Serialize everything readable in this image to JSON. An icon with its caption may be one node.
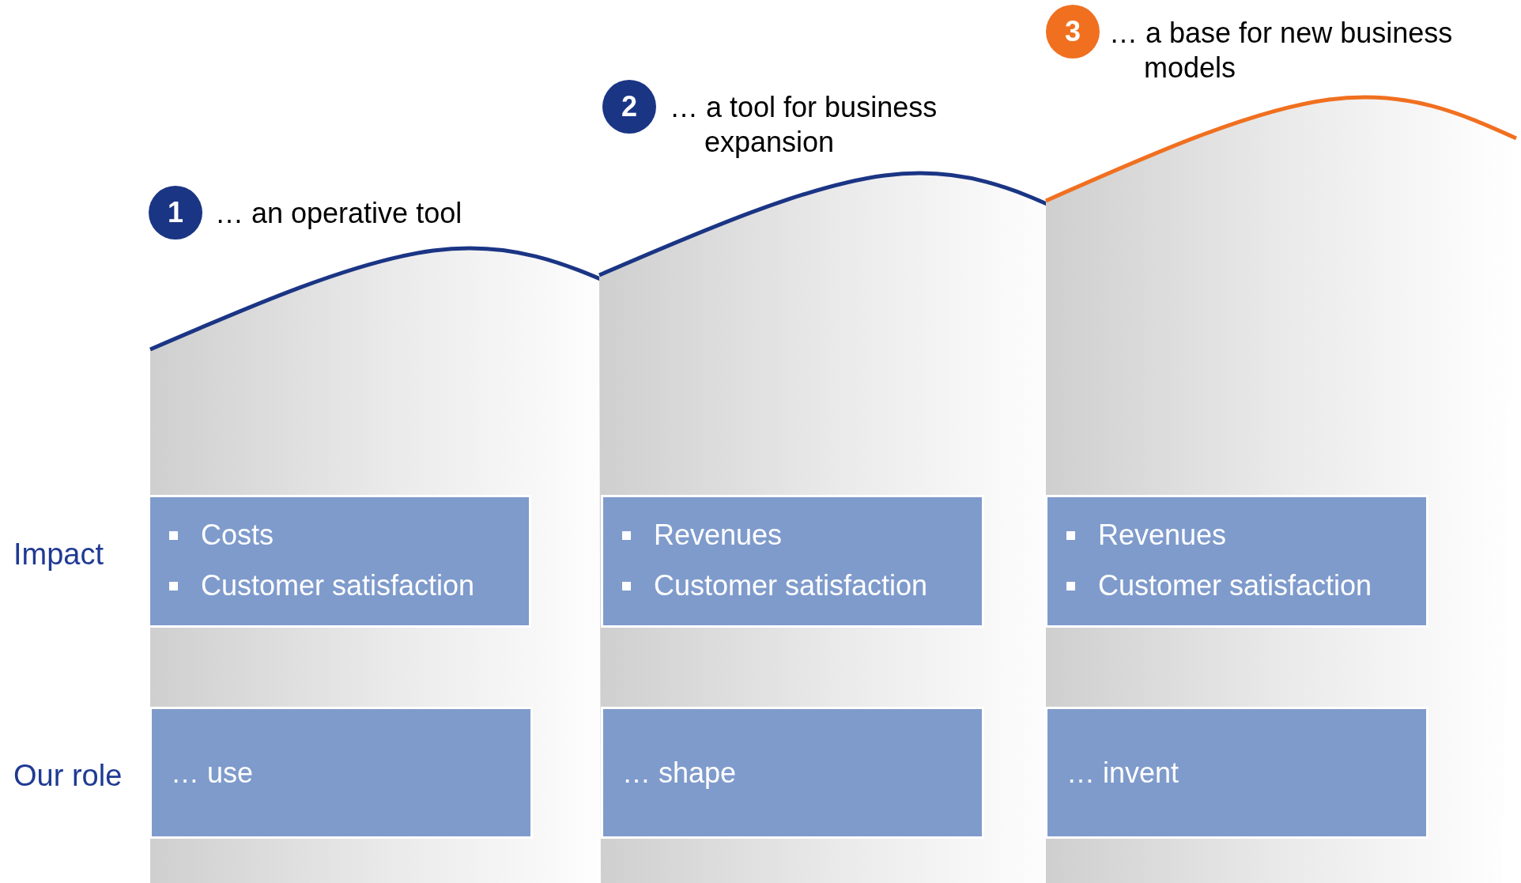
{
  "diagram": {
    "nodes": [
      {
        "text": [
          "1"
        ],
        "beside": [
          "… an operative tool"
        ]
      },
      {
        "text": [
          "Costs",
          "Customer satisfaction"
        ]
      },
      {
        "text": [
          "… use"
        ]
      },
      {
        "text": [
          "2"
        ],
        "beside": [
          "… a tool for business expansion"
        ]
      },
      {
        "text": [
          "Revenues",
          "Customer satisfaction"
        ]
      },
      {
        "text": [
          "… shape"
        ]
      },
      {
        "text": [
          "3"
        ],
        "beside": [
          "… a base for new business models"
        ]
      },
      {
        "text": [
          "Revenues",
          "Customer satisfaction"
        ]
      },
      {
        "text": [
          "… invent"
        ]
      }
    ],
    "labels": [
      "Impact",
      "Our role"
    ]
  }
}
